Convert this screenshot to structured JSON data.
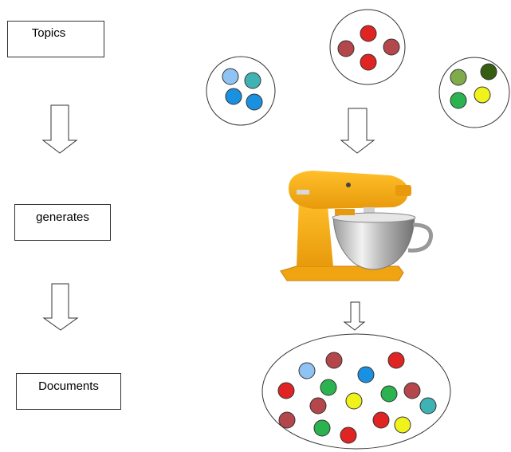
{
  "labels": {
    "topics": "Topics",
    "generates": "generates",
    "documents": "Documents"
  },
  "colors": {
    "light_blue": "#8ec3f3",
    "blue": "#1a90e0",
    "teal": "#3fb2b4",
    "red": "#e02424",
    "dark_red": "#b3474b",
    "olive_green": "#80ab4a",
    "dark_green": "#365e13",
    "green": "#2ab34e",
    "yellow": "#f0f21c",
    "mixer_body": "#f5aa1a",
    "mixer_bowl": "#c8c8c8"
  }
}
